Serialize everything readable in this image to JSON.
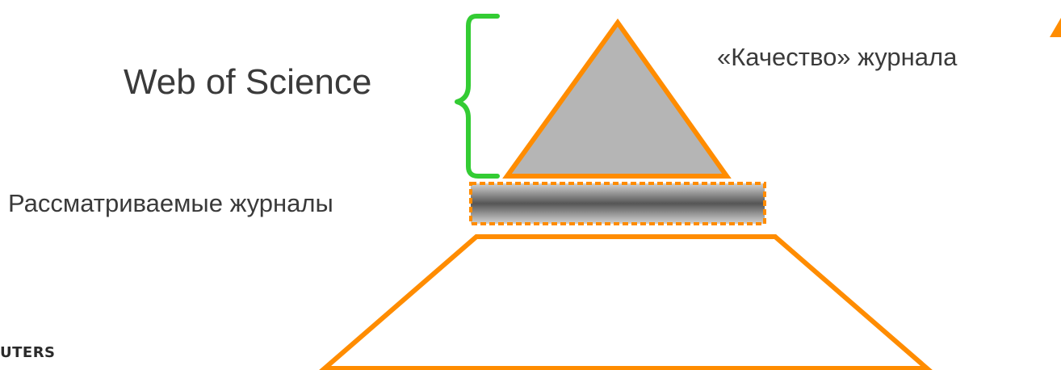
{
  "labels": {
    "web_of_science": "Web of Science",
    "journal_quality": "«Качество» журнала",
    "considered_journals": "Рассматриваемые журналы"
  },
  "footer": {
    "logo_fragment": "UTERS"
  },
  "colors": {
    "outline": "#ff8c00",
    "bracket": "#33cc33",
    "triangle_fill": "#b5b5b5",
    "band_dark": "#555555",
    "band_light": "#d4d4d4",
    "text": "#3a3a3a"
  }
}
